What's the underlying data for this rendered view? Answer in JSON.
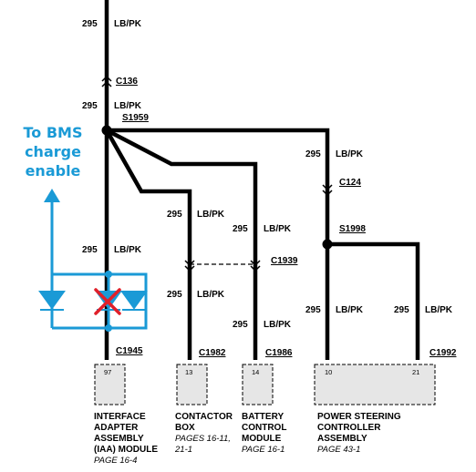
{
  "wire": {
    "circuit": "295",
    "color": "LB/PK"
  },
  "connectors": {
    "c136": "C136",
    "s1959": "S1959",
    "c124": "C124",
    "s1998": "S1998",
    "c1939": "C1939",
    "c1945": "C1945",
    "c1982": "C1982",
    "c1986": "C1986",
    "c1992": "C1992"
  },
  "pins": {
    "iam": "97",
    "contactor": "13",
    "battery": "14",
    "ps_a": "10",
    "ps_b": "21"
  },
  "modules": {
    "iam": {
      "lines": [
        "INTERFACE",
        "ADAPTER",
        "ASSEMBLY",
        "(IAA) MODULE"
      ],
      "page": "PAGE 16-4"
    },
    "contactor": {
      "lines": [
        "CONTACTOR",
        "BOX"
      ],
      "page_lines": [
        "PAGES 16-11,",
        "21-1"
      ]
    },
    "battery": {
      "lines": [
        "BATTERY",
        "CONTROL",
        "MODULE"
      ],
      "page": "PAGE 16-1"
    },
    "power_steering": {
      "lines": [
        "POWER STEERING",
        "CONTROLLER",
        "ASSEMBLY"
      ],
      "page": "PAGE 43-1"
    }
  },
  "annotation": {
    "lines": [
      "To BMS",
      "charge",
      "enable"
    ],
    "color": "#1a9ad6",
    "cross_color": "#e0202a"
  },
  "colors": {
    "wire": "#000000",
    "module_fill": "#e6e6e6",
    "annotation": "#1a9ad6"
  }
}
